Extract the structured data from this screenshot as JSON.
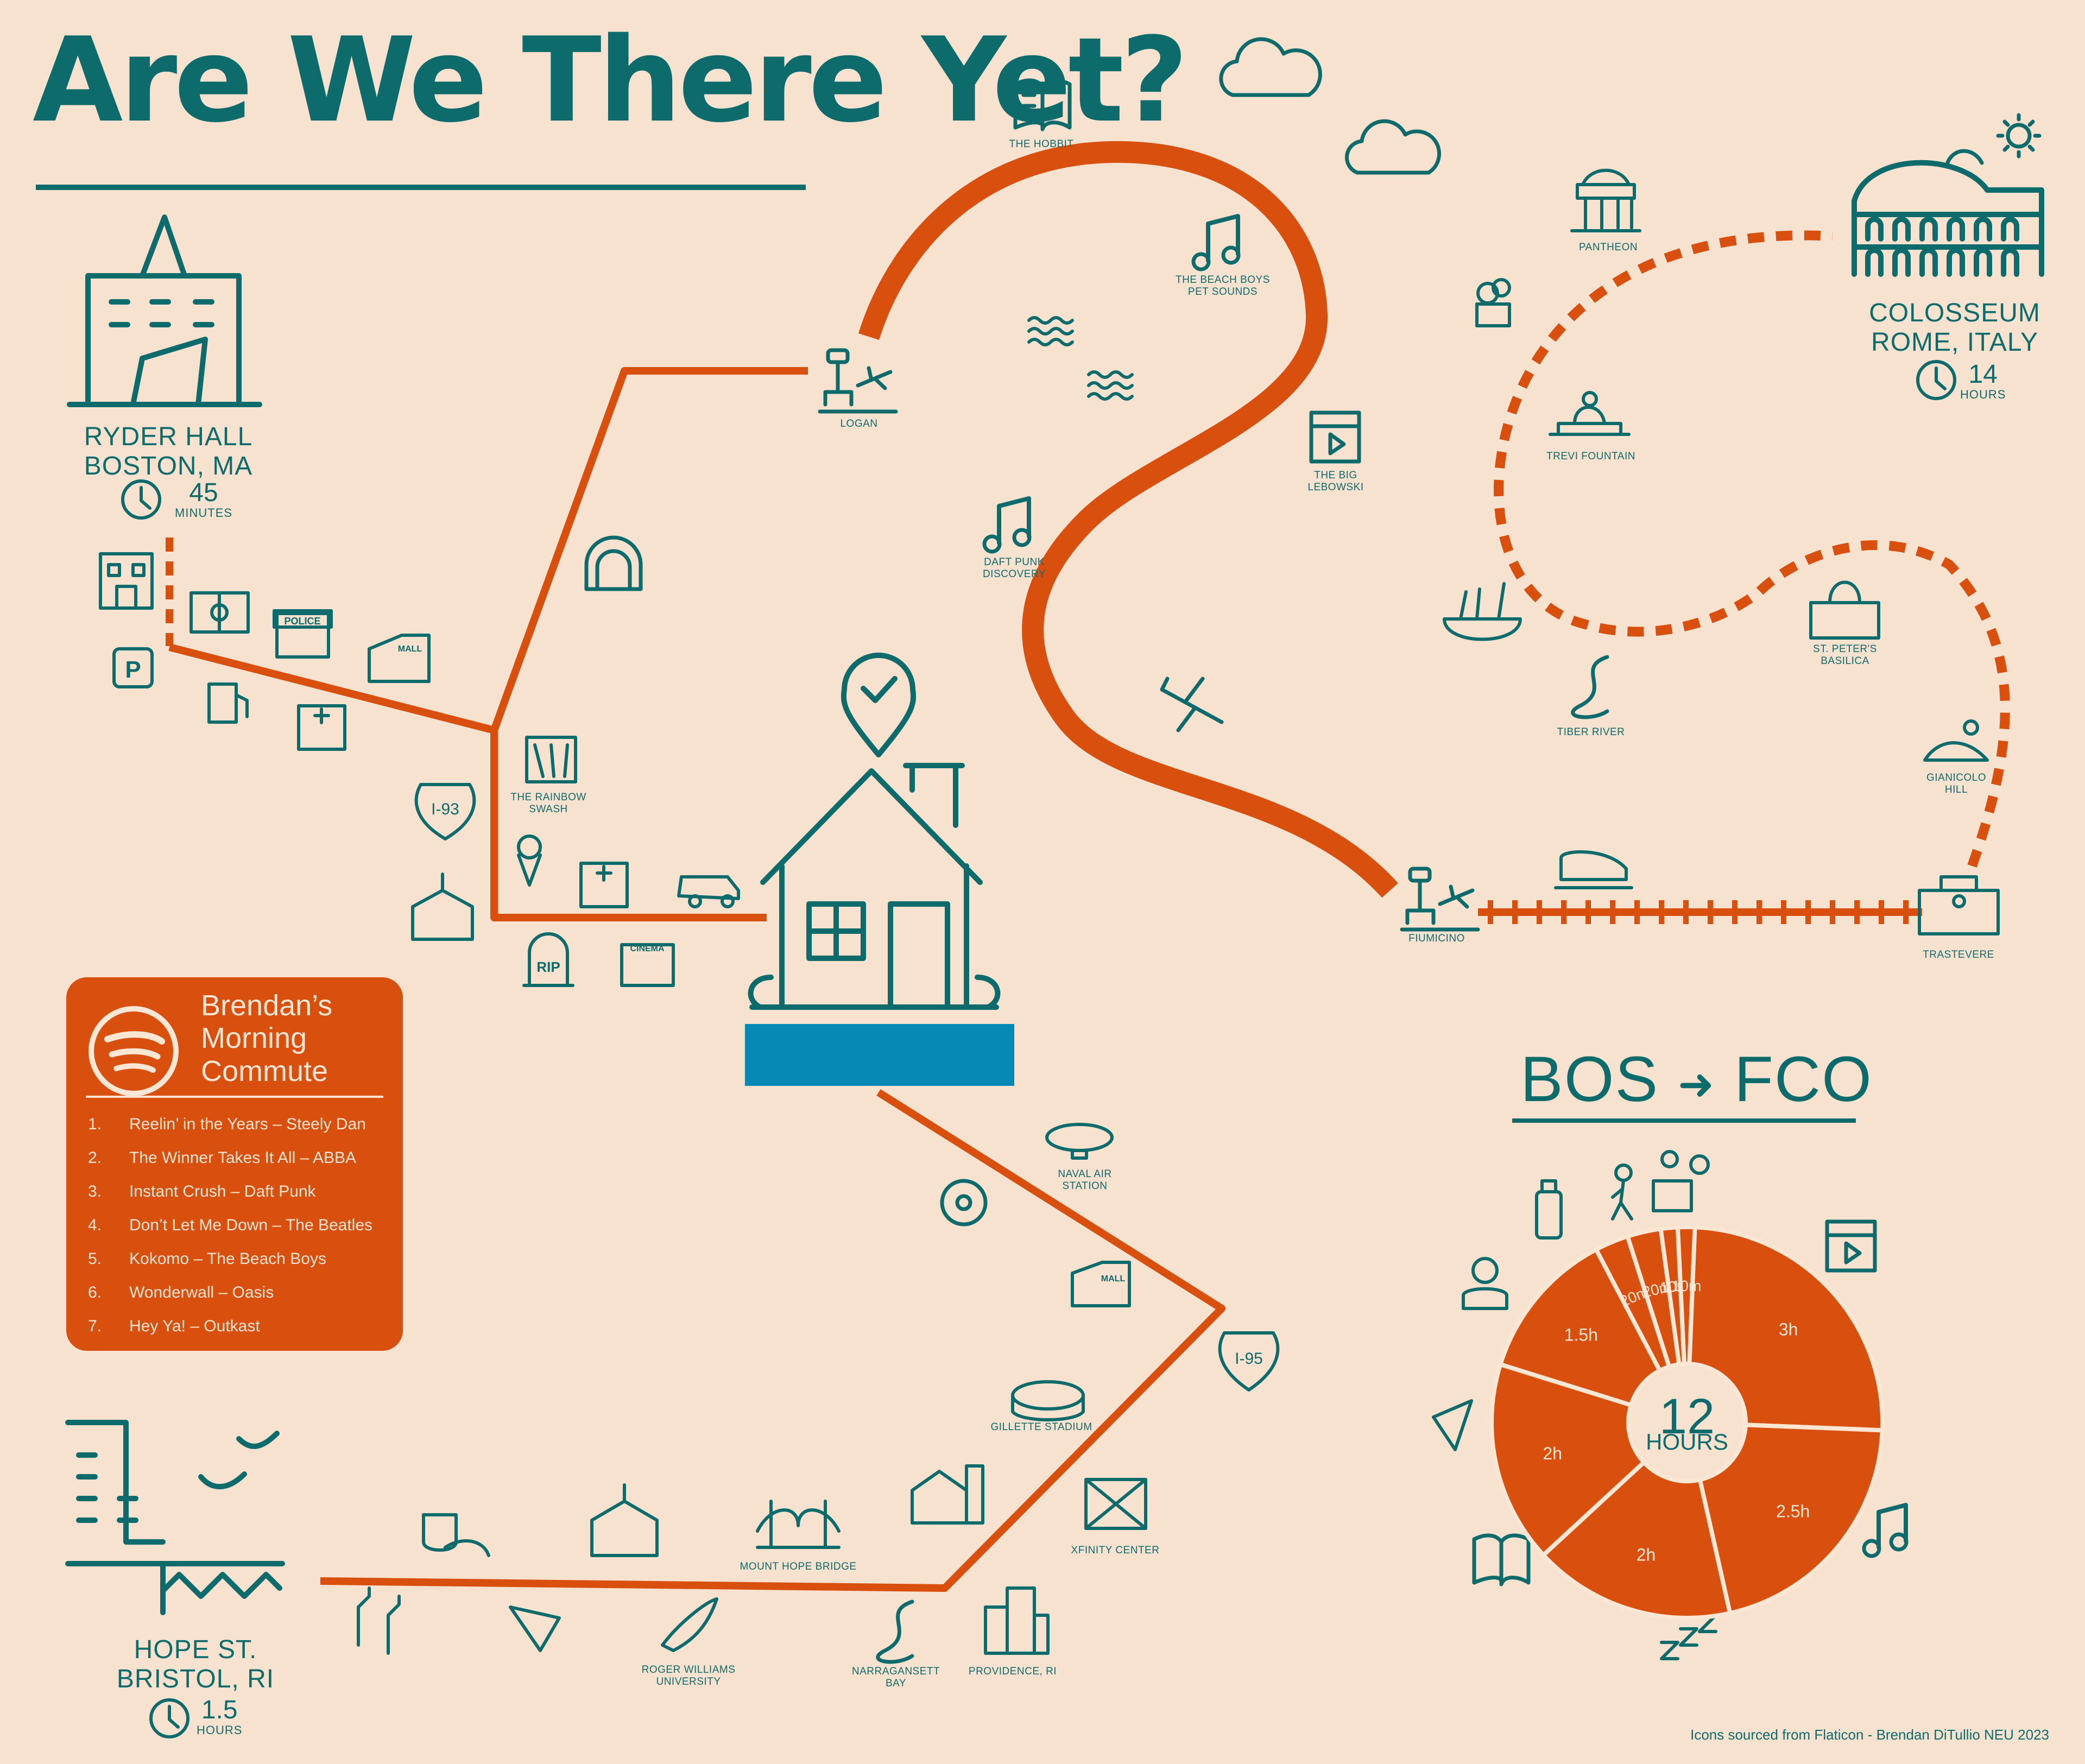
{
  "title": "Are We There Yet?",
  "colors": {
    "background": "#f7e1cf",
    "teal": "#0e6b6b",
    "orange": "#d94f0e",
    "blue": "#0789b6",
    "cream": "#fbe6d4"
  },
  "start": {
    "line1": "RYDER HALL",
    "line2": "BOSTON, MA",
    "time": "45",
    "unit": "MINUTES"
  },
  "destination": {
    "line1": "COLOSSEUM",
    "line2": "ROME, ITALY",
    "time": "14",
    "unit": "HOURS"
  },
  "origin": {
    "line1": "HOPE ST.",
    "line2": "BRISTOL, RI",
    "time": "1.5",
    "unit": "HOURS"
  },
  "labels": {
    "logan": "LOGAN",
    "hobbit": "THE HOBBIT",
    "beach_boys_1": "THE BEACH BOYS",
    "beach_boys_2": "PET SOUNDS",
    "lebowski_1": "THE BIG",
    "lebowski_2": "LEBOWSKI",
    "daft_punk_1": "DAFT PUNK",
    "daft_punk_2": "DISCOVERY",
    "rainbow_1": "THE RAINBOW",
    "rainbow_2": "SWASH",
    "i93": "I-93",
    "i95": "I-95",
    "police": "POLICE",
    "mall": "MALL",
    "rip": "RIP",
    "cinema": "CINEMA",
    "pantheon": "PANTHEON",
    "trevi": "TREVI FOUNTAIN",
    "st_peters_1": "ST. PETER'S",
    "st_peters_2": "BASILICA",
    "tiber": "TIBER RIVER",
    "gianicolo_1": "GIANICOLO",
    "gianicolo_2": "HILL",
    "fiumicino": "FIUMICINO",
    "trastevere": "TRASTEVERE",
    "naval_1": "NAVAL AIR",
    "naval_2": "STATION",
    "gillette": "GILLETTE STADIUM",
    "xfinity": "XFINITY CENTER",
    "mount_hope": "MOUNT HOPE BRIDGE",
    "rwu_1": "ROGER WILLIAMS",
    "rwu_2": "UNIVERSITY",
    "narragansett_1": "NARRAGANSETT",
    "narragansett_2": "BAY",
    "providence": "PROVIDENCE, RI"
  },
  "playlist": {
    "title_lines": [
      "Brendan’s",
      "Morning",
      "Commute"
    ],
    "tracks": [
      {
        "n": "1.",
        "song": "Reelin’ in the Years – Steely Dan"
      },
      {
        "n": "2.",
        "song": "The Winner Takes It All – ABBA"
      },
      {
        "n": "3.",
        "song": "Instant Crush – Daft Punk"
      },
      {
        "n": "4.",
        "song": "Don’t Let Me Down – The Beatles"
      },
      {
        "n": "5.",
        "song": "Kokomo – The Beach Boys"
      },
      {
        "n": "6.",
        "song": "Wonderwall – Oasis"
      },
      {
        "n": "7.",
        "song": "Hey Ya! – Outkast"
      }
    ]
  },
  "flight": {
    "from": "BOS",
    "to": "FCO",
    "total_value": "12",
    "total_unit": "HOURS",
    "segments": [
      {
        "label": "3h",
        "hours": 3,
        "icon": "clapperboard-icon"
      },
      {
        "label": "2.5h",
        "hours": 2.5,
        "icon": "music-note-icon"
      },
      {
        "label": "2h",
        "hours": 2,
        "icon": "zzz-sleep-icon"
      },
      {
        "label": "2h",
        "hours": 2,
        "icon": "book-icon"
      },
      {
        "label": "1.5h",
        "hours": 1.5,
        "icon": "pizza-icon"
      },
      {
        "label": "20m",
        "hours": 0.333,
        "icon": "pilot-icon"
      },
      {
        "label": "20m",
        "hours": 0.333,
        "icon": "luggage-icon"
      },
      {
        "label": "10m",
        "hours": 0.167,
        "icon": "walking-person-icon"
      },
      {
        "label": "10m",
        "hours": 0.167,
        "icon": "check-in-desk-icon"
      }
    ]
  },
  "credit": "Icons sourced from Flaticon - Brendan DiTullio NEU 2023"
}
